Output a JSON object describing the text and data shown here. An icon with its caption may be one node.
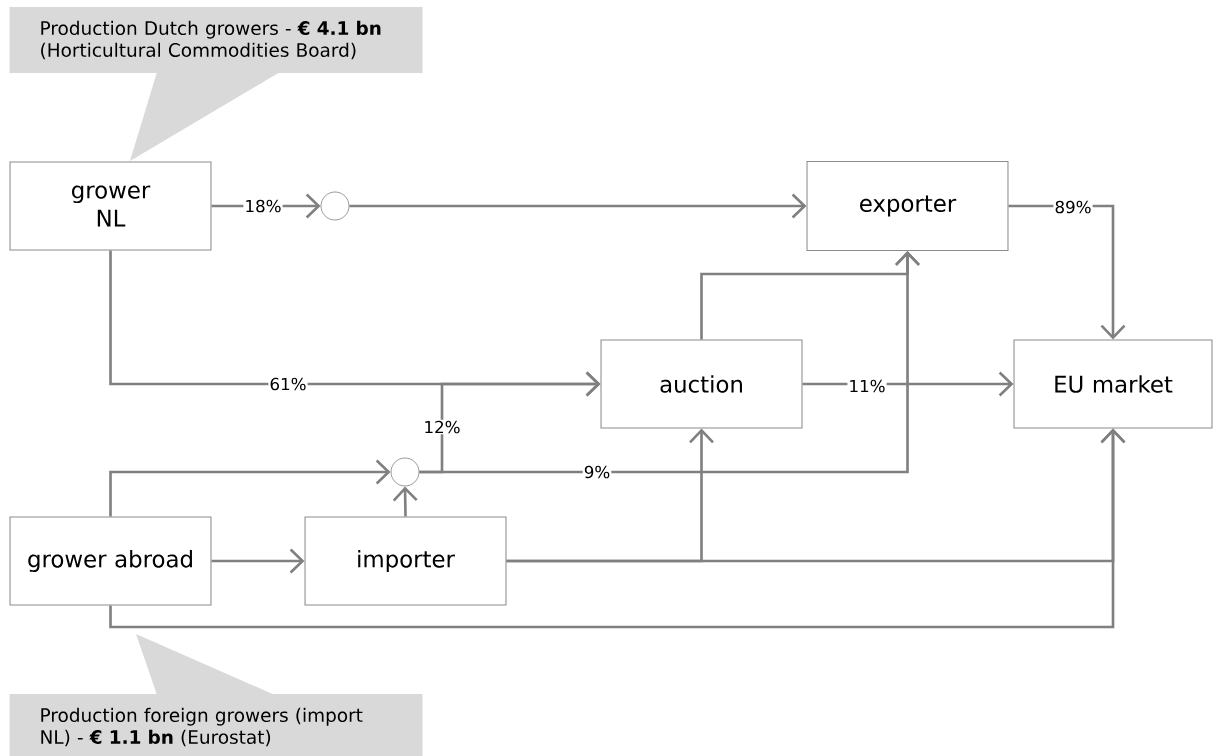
{
  "diagram": {
    "nodes": [
      {
        "text": [
          "Production Dutch growers - **€ 4.1 bn** (Horticultural Commodities Board)"
        ]
      },
      {
        "text": [
          "grower NL"
        ]
      },
      {
        "text": [],
        "shape": "circle"
      },
      {
        "text": [
          "exporter"
        ]
      },
      {
        "text": [
          "auction"
        ]
      },
      {
        "text": [
          "EU market"
        ]
      },
      {
        "text": [],
        "shape": "circle"
      },
      {
        "text": [
          "grower abroad"
        ]
      },
      {
        "text": [
          "importer"
        ]
      },
      {
        "text": [
          "Production foreign growers (import NL) - **€ 1.1 bn** (Eurostat)"
        ]
      }
    ],
    "edges": [
      {
        "from": 1,
        "to": 2,
        "arrow": "to",
        "label": "18%"
      },
      {
        "from": 2,
        "to": 3,
        "arrow": "to"
      },
      {
        "from": 3,
        "to": 5,
        "arrow": "to",
        "label": "89%"
      },
      {
        "from": 1,
        "to": 4,
        "arrow": "to",
        "label": "61%"
      },
      {
        "from": 6,
        "to": 4,
        "arrow": "to",
        "label": "12%"
      },
      {
        "from": 6,
        "to": 3,
        "arrow": "to",
        "label": "9%"
      },
      {
        "from": 4,
        "to": 3,
        "arrow": "to"
      },
      {
        "from": 4,
        "to": 5,
        "arrow": "to",
        "label": "11%"
      },
      {
        "from": 7,
        "to": 6,
        "arrow": "to"
      },
      {
        "from": 8,
        "to": 6,
        "arrow": "to"
      },
      {
        "from": 7,
        "to": 8,
        "arrow": "to"
      },
      {
        "from": 8,
        "to": 4,
        "arrow": "to"
      },
      {
        "from": 8,
        "to": 5,
        "arrow": "to"
      },
      {
        "from": 7,
        "to": 5,
        "arrow": "to"
      }
    ]
  }
}
